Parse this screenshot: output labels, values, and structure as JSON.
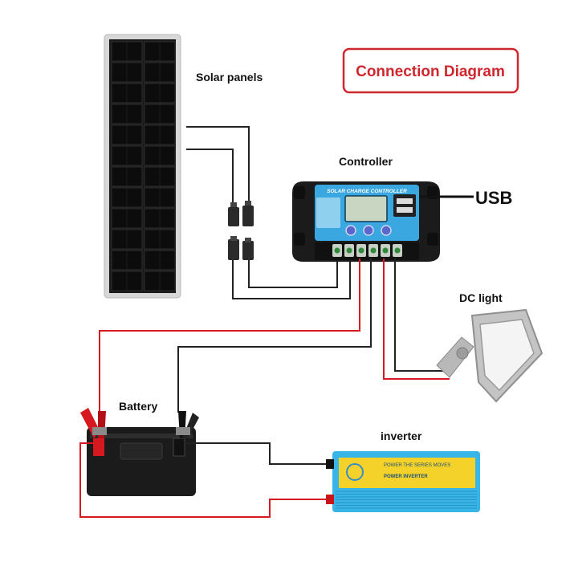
{
  "title": "Connection Diagram",
  "labels": {
    "solar_panels": "Solar panels",
    "controller": "Controller",
    "usb": "USB",
    "dc_light": "DC light",
    "battery": "Battery",
    "inverter": "inverter"
  },
  "controller_faceplate": "SOLAR CHARGE CONTROLLER",
  "inverter_faceplate": {
    "line1": "POWER THE SERIES MOVES",
    "line2": "POWER INVERTER"
  },
  "colors": {
    "title_red": "#d0262e",
    "positive_wire": "#d6181f",
    "negative_wire": "#222222",
    "controller_blue": "#3aa7e0",
    "inverter_blue": "#38b4e6",
    "inverter_yellow": "#f4d22a"
  }
}
